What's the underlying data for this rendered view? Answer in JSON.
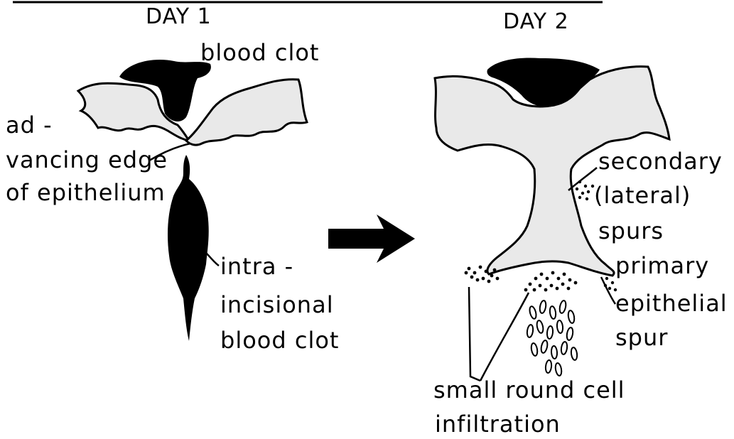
{
  "day1": {
    "title": "DAY 1",
    "labels": {
      "blood_clot": "blood clot",
      "advancing_1": "ad -",
      "advancing_2": "vancing edge",
      "advancing_3": "of epithelium",
      "intra_1": "intra -",
      "intra_2": "incisional",
      "intra_3": "blood clot"
    }
  },
  "day2": {
    "title": "DAY 2",
    "labels": {
      "secondary_1": "secondary",
      "secondary_2": "(lateral)",
      "secondary_3": "spurs",
      "primary_1": "primary",
      "primary_2": "epithelial",
      "primary_3": "spur",
      "infil_1": "small round cell",
      "infil_2": "infiltration"
    }
  },
  "colors": {
    "ink": "#000000",
    "background": "#ffffff",
    "tissue_fill": "#e9e9e9"
  }
}
